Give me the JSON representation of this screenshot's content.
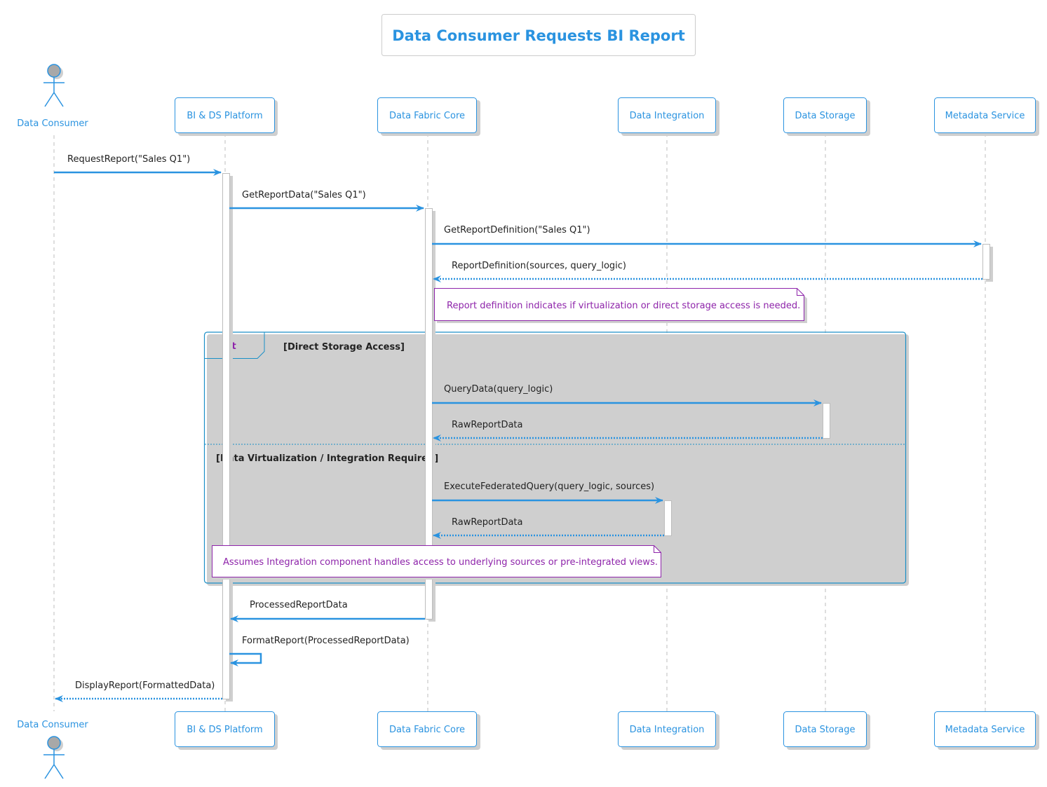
{
  "title": "Data Consumer Requests BI Report",
  "participants": [
    {
      "id": "consumer",
      "label": "Data Consumer",
      "kind": "actor"
    },
    {
      "id": "bi",
      "label": "BI & DS Platform",
      "kind": "participant"
    },
    {
      "id": "fabric",
      "label": "Data Fabric Core",
      "kind": "participant"
    },
    {
      "id": "integration",
      "label": "Data Integration",
      "kind": "participant"
    },
    {
      "id": "storage",
      "label": "Data Storage",
      "kind": "participant"
    },
    {
      "id": "metadata",
      "label": "Metadata Service",
      "kind": "participant"
    }
  ],
  "messages": [
    {
      "from": "consumer",
      "to": "bi",
      "label": "RequestReport(\"Sales Q1\")",
      "style": "solid"
    },
    {
      "from": "bi",
      "to": "fabric",
      "label": "GetReportData(\"Sales Q1\")",
      "style": "solid"
    },
    {
      "from": "fabric",
      "to": "metadata",
      "label": "GetReportDefinition(\"Sales Q1\")",
      "style": "solid"
    },
    {
      "from": "metadata",
      "to": "fabric",
      "label": "ReportDefinition(sources, query_logic)",
      "style": "dotted"
    },
    {
      "from": "fabric",
      "to": "storage",
      "label": "QueryData(query_logic)",
      "style": "solid"
    },
    {
      "from": "storage",
      "to": "fabric",
      "label": "RawReportData",
      "style": "dotted"
    },
    {
      "from": "fabric",
      "to": "integration",
      "label": "ExecuteFederatedQuery(query_logic, sources)",
      "style": "solid"
    },
    {
      "from": "integration",
      "to": "fabric",
      "label": "RawReportData",
      "style": "dotted"
    },
    {
      "from": "fabric",
      "to": "bi",
      "label": "ProcessedReportData",
      "style": "solid"
    },
    {
      "from": "bi",
      "to": "bi",
      "label": "FormatReport(ProcessedReportData)",
      "style": "self"
    },
    {
      "from": "bi",
      "to": "consumer",
      "label": "DisplayReport(FormattedData)",
      "style": "dotted"
    }
  ],
  "notes": [
    {
      "text": "Report definition indicates if virtualization or direct storage access is needed."
    },
    {
      "text": "Assumes Integration component handles access to underlying sources or pre-integrated views."
    }
  ],
  "alt": {
    "keyword": "alt",
    "guards": [
      "[Direct Storage Access]",
      "[Data Virtualization / Integration Required]"
    ]
  },
  "colors": {
    "accent": "#2a93e0",
    "note": "#8e24aa",
    "frame": "#1a8fc7",
    "lifeline": "#bdbdbd"
  }
}
